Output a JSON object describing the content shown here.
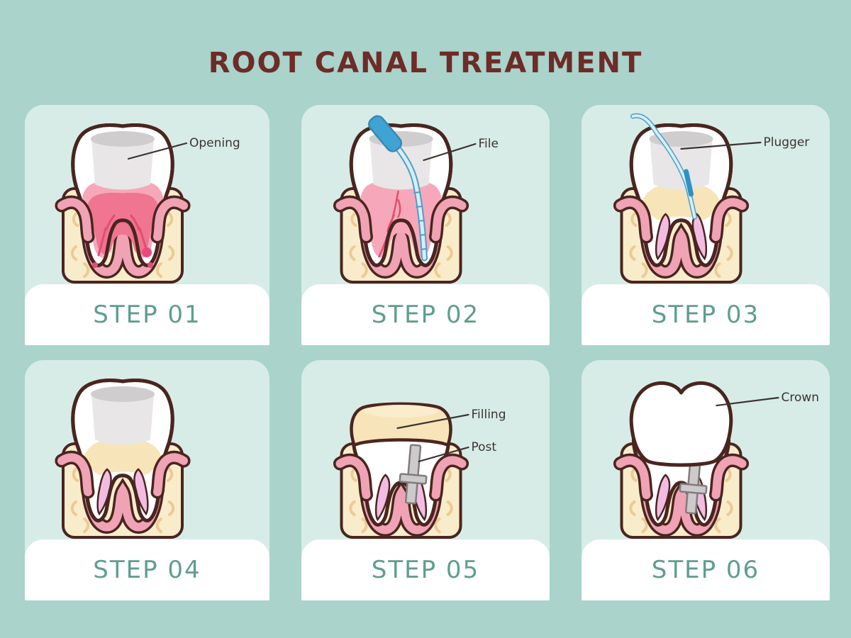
{
  "title": "ROOT CANAL TREATMENT",
  "colors": {
    "background": "#a9d3cb",
    "card": "#d7ece6",
    "band": "#ffffff",
    "title_text": "#6e2b27",
    "step_text": "#5f9e8d",
    "label_text": "#3b3332",
    "ink": "#4a2520",
    "gum": "#f0a3b4",
    "bone": "#f9ecca",
    "bone_squiggle": "#edca94",
    "canal": "#f2bce2",
    "cream": "#f7e4b8",
    "cream_top": "#fbeccb",
    "pulp_light": "#f6a8ba",
    "pulp_mid": "#ef7590",
    "pulp_streak": "#e14e71",
    "abscess": "#e84a7d",
    "file_blue": "#3fa3d4",
    "file_light": "#d8edf8",
    "file_edge": "#4d9fc6",
    "file_dark": "#2e93c2",
    "post_gray": "#cccaca",
    "post_edge": "#817c7c",
    "opening_rim": "#cfcdce",
    "opening_well": "#e8e6e7"
  },
  "steps": [
    {
      "step_label": "STEP 01",
      "annotations": [
        "Opening"
      ]
    },
    {
      "step_label": "STEP 02",
      "annotations": [
        "File"
      ]
    },
    {
      "step_label": "STEP 03",
      "annotations": [
        "Plugger"
      ]
    },
    {
      "step_label": "STEP 04",
      "annotations": []
    },
    {
      "step_label": "STEP 05",
      "annotations": [
        "Filling",
        "Post"
      ]
    },
    {
      "step_label": "STEP 06",
      "annotations": [
        "Crown"
      ]
    }
  ]
}
